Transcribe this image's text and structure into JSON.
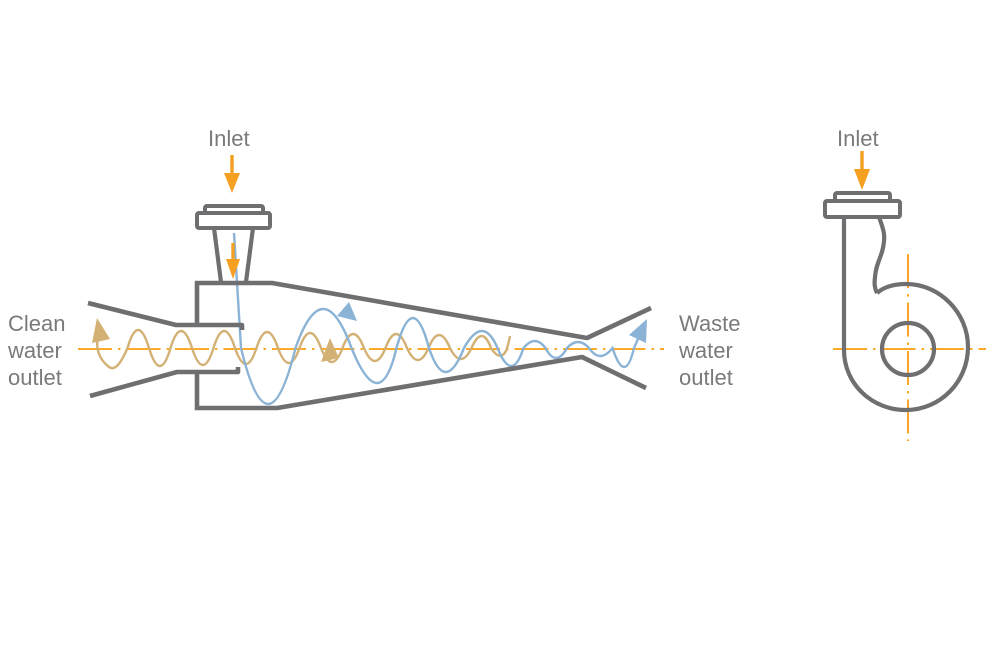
{
  "colors": {
    "background": "#ffffff",
    "outline": "#6f6f71",
    "label": "#7a7a7a",
    "orange": "#f5a021",
    "orange_line": "#fb9d0e",
    "tan": "#d3b175",
    "blue": "#8ab3d6"
  },
  "icons": {
    "inlet_arrow": "arrow-down",
    "clean_flow_arrow": "curved-arrow-up",
    "spiral_flow_arrow": "arrow-down-right",
    "waste_flow_arrow": "arrow-up-right"
  },
  "side_view": {
    "inlet_label": "Inlet",
    "clean_outlet": {
      "line1": "Clean",
      "line2": "water",
      "line3": "outlet"
    },
    "waste_outlet": {
      "line1": "Waste",
      "line2": "water",
      "line3": "outlet"
    }
  },
  "front_view": {
    "inlet_label": "Inlet"
  }
}
